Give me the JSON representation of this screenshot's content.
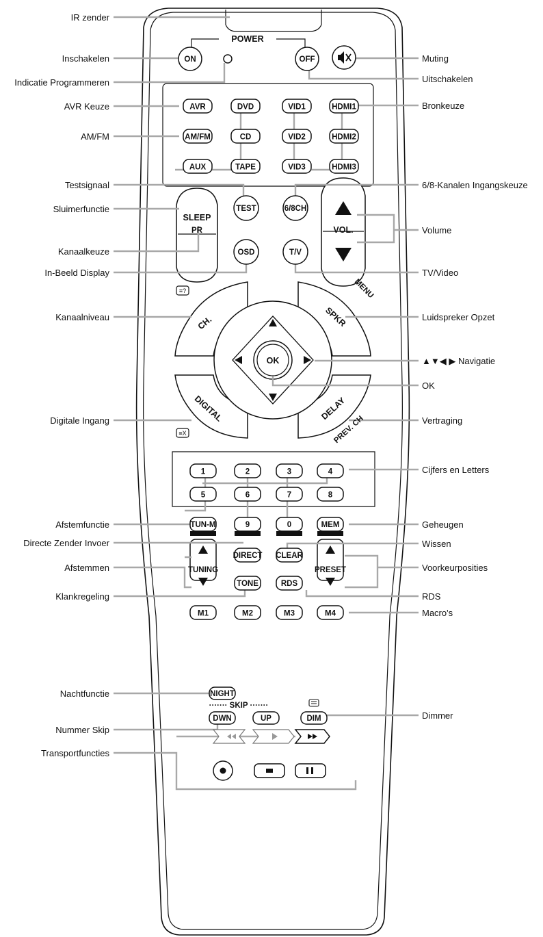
{
  "labels": {
    "left": [
      "IR zender",
      "Inschakelen",
      "Indicatie Programmeren",
      "AVR Keuze",
      "AM/FM",
      "Testsignaal",
      "Sluimerfunctie",
      "Kanaalkeuze",
      "In-Beeld Display",
      "Kanaalniveau",
      "Digitale Ingang",
      "Afstemfunctie",
      "Directe Zender Invoer",
      "Afstemmen",
      "Klankregeling",
      "Nachtfunctie",
      "Nummer Skip",
      "Transportfuncties"
    ],
    "right": [
      "Muting",
      "Uitschakelen",
      "Bronkeuze",
      "6/8-Kanalen Ingangskeuze",
      "Volume",
      "TV/Video",
      "Luidspreker Opzet",
      "▲▼◀ ▶ Navigatie",
      "OK",
      "Vertraging",
      "Cijfers en Letters",
      "Geheugen",
      "Wissen",
      "Voorkeurposities",
      "RDS",
      "Macro's",
      "Dimmer"
    ]
  },
  "remote": {
    "power_title": "POWER",
    "on": "ON",
    "off": "OFF",
    "sources": [
      "AVR",
      "DVD",
      "VID1",
      "HDMI1",
      "AM/FM",
      "CD",
      "VID2",
      "HDMI2",
      "AUX",
      "TAPE",
      "VID3",
      "HDMI3"
    ],
    "test": "TEST",
    "ch68": "6/8CH",
    "sleep": "SLEEP",
    "pr": "PR",
    "vol": "VOL.",
    "osd": "OSD",
    "tv": "T/V",
    "ch": "CH.",
    "spkr": "SPKR",
    "menu": "MENU",
    "ok": "OK",
    "digital": "DIGITAL",
    "delay": "DELAY",
    "prevch": "PREV. CH",
    "digits": [
      "1",
      "2",
      "3",
      "4",
      "5",
      "6",
      "7",
      "8"
    ],
    "tunm": "TUN-M",
    "nine": "9",
    "zero": "0",
    "mem": "MEM",
    "direct": "DIRECT",
    "clear": "CLEAR",
    "tuning": "TUNING",
    "preset": "PRESET",
    "tone": "TONE",
    "rds": "RDS",
    "macros": [
      "M1",
      "M2",
      "M3",
      "M4"
    ],
    "night": "NIGHT",
    "skip": "······· SKIP ·······",
    "dwn": "DWN",
    "up": "UP",
    "dim": "DIM"
  }
}
